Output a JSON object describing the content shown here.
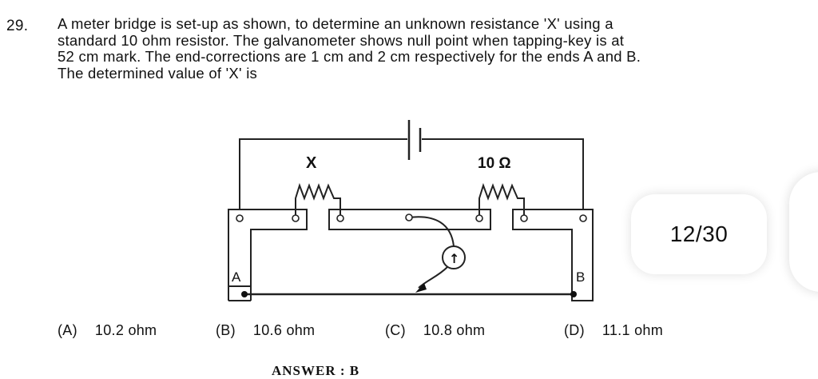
{
  "question": {
    "number": "29.",
    "lines": [
      "A meter bridge is set-up as shown, to determine an unknown resistance 'X' using a",
      "standard 10 ohm resistor. The galvanometer shows null point when tapping-key is at",
      "52 cm mark. The end-corrections are 1 cm and 2 cm respectively for the ends A and B.",
      "The determined value of 'X' is"
    ]
  },
  "diagram": {
    "label_x": "X",
    "label_r": "10 Ω",
    "label_a": "A",
    "label_b": "B",
    "galvanometer_symbol": "↑"
  },
  "page_indicator": "12/30",
  "options": [
    {
      "label": "(A)",
      "text": "10.2 ohm"
    },
    {
      "label": "(B)",
      "text": "10.6 ohm"
    },
    {
      "label": "(C)",
      "text": "10.8 ohm"
    },
    {
      "label": "(D)",
      "text": "11.1 ohm"
    }
  ],
  "answer": "ANSWER : B"
}
